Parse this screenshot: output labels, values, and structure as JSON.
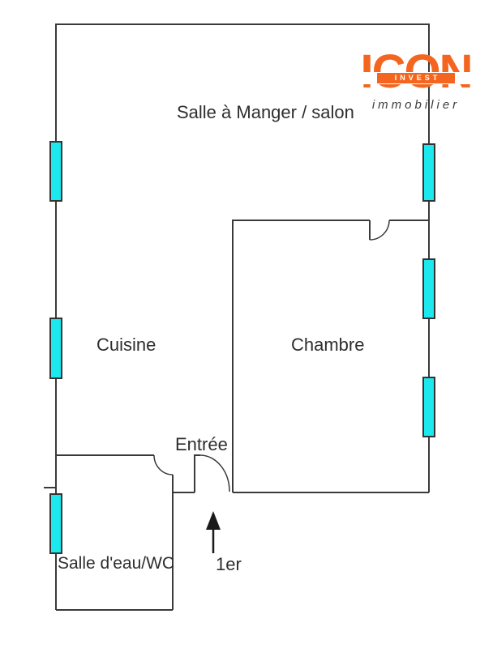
{
  "plan": {
    "rooms": {
      "salon": "Salle à Manger / salon",
      "cuisine": "Cuisine",
      "chambre": "Chambre",
      "entree": "Entrée",
      "salle_eau": "Salle d'eau/WC"
    },
    "floor_label": "1er",
    "colors": {
      "wall": "#3a3a3a",
      "window_fill": "#1ce8ee",
      "window_border": "#333333",
      "label_text": "#2e2e2e",
      "logo_orange": "#f4661f",
      "logo_tagline_gray": "#3d3d3d"
    }
  },
  "logo": {
    "name": "ICON",
    "sub": "INVEST",
    "tagline": "immobilier"
  }
}
